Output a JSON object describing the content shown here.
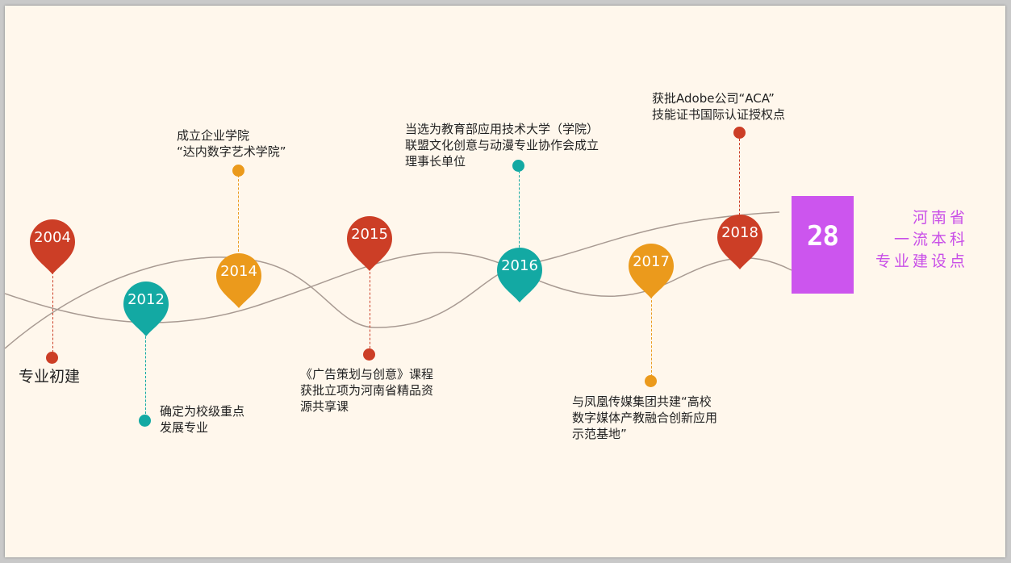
{
  "timeline": {
    "milestones": [
      {
        "year": "2004",
        "color": "#cc3e26",
        "lines": [
          "专业初建"
        ]
      },
      {
        "year": "2012",
        "color": "#13a9a3",
        "lines": [
          "确定为校级重点",
          "发展专业"
        ]
      },
      {
        "year": "2014",
        "color": "#eb9a1c",
        "lines": [
          "成立企业学院",
          "“达内数字艺术学院”"
        ]
      },
      {
        "year": "2015",
        "color": "#cc3e26",
        "lines": [
          "《广告策划与创意》课程",
          "获批立项为河南省精品资",
          "源共享课"
        ]
      },
      {
        "year": "2016",
        "color": "#13a9a3",
        "lines": [
          "当选为教育部应用技术大学（学院）",
          "联盟文化创意与动漫专业协作会成立",
          "理事长单位"
        ]
      },
      {
        "year": "2017",
        "color": "#eb9a1c",
        "lines": [
          "与凤凰传媒集团共建“高校",
          "数字媒体产教融合创新应用",
          "示范基地”"
        ]
      },
      {
        "year": "2018",
        "color": "#cc3e26",
        "lines": [
          "获批Adobe公司“ACA”",
          "技能证书国际认证授权点"
        ]
      }
    ],
    "curve_color": "#a89a92"
  },
  "badge": {
    "text": "28",
    "color": "#cc55ee",
    "honor_lines": [
      "河南省",
      "一流本科",
      "专业建设点"
    ],
    "honor_color": "#c94fe8"
  }
}
